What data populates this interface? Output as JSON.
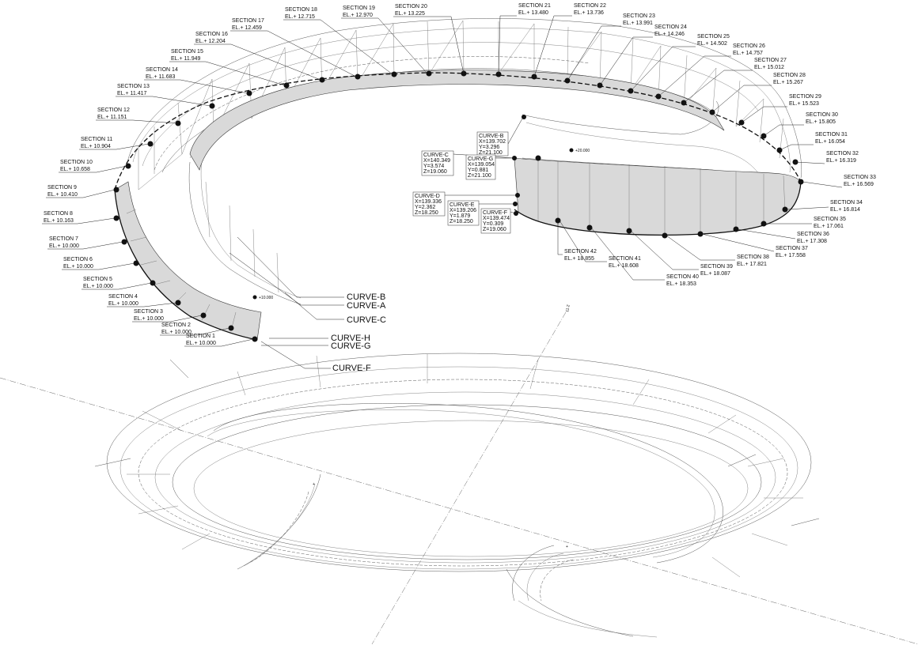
{
  "sections": [
    {
      "name": "SECTION 1",
      "el": "EL.+ 10.000"
    },
    {
      "name": "SECTION 2",
      "el": "EL.+ 10.000"
    },
    {
      "name": "SECTION 3",
      "el": "EL.+ 10.000"
    },
    {
      "name": "SECTION 4",
      "el": "EL.+ 10.000"
    },
    {
      "name": "SECTION 5",
      "el": "EL.+ 10.000"
    },
    {
      "name": "SECTION 6",
      "el": "EL.+ 10.000"
    },
    {
      "name": "SECTION 7",
      "el": "EL.+ 10.000"
    },
    {
      "name": "SECTION 8",
      "el": "EL.+ 10.163"
    },
    {
      "name": "SECTION 9",
      "el": "EL.+ 10.410"
    },
    {
      "name": "SECTION 10",
      "el": "EL.+ 10.658"
    },
    {
      "name": "SECTION 11",
      "el": "EL.+ 10.904"
    },
    {
      "name": "SECTION 12",
      "el": "EL.+ 11.151"
    },
    {
      "name": "SECTION 13",
      "el": "EL.+ 11.417"
    },
    {
      "name": "SECTION 14",
      "el": "EL.+ 11.683"
    },
    {
      "name": "SECTION 15",
      "el": "EL.+ 11.949"
    },
    {
      "name": "SECTION 16",
      "el": "EL.+ 12.204"
    },
    {
      "name": "SECTION 17",
      "el": "EL.+ 12.459"
    },
    {
      "name": "SECTION 18",
      "el": "EL.+ 12.715"
    },
    {
      "name": "SECTION 19",
      "el": "EL.+ 12.970"
    },
    {
      "name": "SECTION 20",
      "el": "EL.+ 13.225"
    },
    {
      "name": "SECTION 21",
      "el": "EL.+ 13.480"
    },
    {
      "name": "SECTION 22",
      "el": "EL.+ 13.736"
    },
    {
      "name": "SECTION 23",
      "el": "EL.+ 13.991"
    },
    {
      "name": "SECTION 24",
      "el": "EL.+ 14.246"
    },
    {
      "name": "SECTION 25",
      "el": "EL.+ 14.502"
    },
    {
      "name": "SECTION 26",
      "el": "EL.+ 14.757"
    },
    {
      "name": "SECTION 27",
      "el": "EL.+ 15.012"
    },
    {
      "name": "SECTION 28",
      "el": "EL.+ 15.267"
    },
    {
      "name": "SECTION 29",
      "el": "EL.+ 15.523"
    },
    {
      "name": "SECTION 30",
      "el": "EL.+ 15.805"
    },
    {
      "name": "SECTION 31",
      "el": "EL.+ 16.054"
    },
    {
      "name": "SECTION 32",
      "el": "EL.+ 16.319"
    },
    {
      "name": "SECTION 33",
      "el": "EL.+ 16.569"
    },
    {
      "name": "SECTION 34",
      "el": "EL.+ 16.814"
    },
    {
      "name": "SECTION 35",
      "el": "EL.+ 17.061"
    },
    {
      "name": "SECTION 36",
      "el": "EL.+ 17.308"
    },
    {
      "name": "SECTION 37",
      "el": "EL.+ 17.558"
    },
    {
      "name": "SECTION 38",
      "el": "EL.+ 17.821"
    },
    {
      "name": "SECTION 39",
      "el": "EL.+ 18.087"
    },
    {
      "name": "SECTION 40",
      "el": "EL.+ 18.353"
    },
    {
      "name": "SECTION 41",
      "el": "EL.+ 18.608"
    },
    {
      "name": "SECTION 42",
      "el": "EL.+ 18.855"
    }
  ],
  "curves": [
    "CURVE-B",
    "CURVE-A",
    "CURVE-C",
    "CURVE-H",
    "CURVE-G",
    "CURVE-F"
  ],
  "coord_boxes": [
    {
      "lines": [
        "CURVE-B",
        "X=139.702",
        "Y=3.296",
        "Z=21.100"
      ]
    },
    {
      "lines": [
        "CURVE-C",
        "X=140.349",
        "Y=3.574",
        "Z=19.060"
      ]
    },
    {
      "lines": [
        "CURVE-G",
        "X=139.054",
        "Y=0.881",
        "Z=21.100"
      ]
    },
    {
      "lines": [
        "CURVE-D",
        "X=139.336",
        "Y=2.362",
        "Z=18.250"
      ]
    },
    {
      "lines": [
        "CURVE-E",
        "X=139.206",
        "Y=1.879",
        "Z=18.250"
      ]
    },
    {
      "lines": [
        "CURVE-F",
        "X=139.474",
        "Y=0.309",
        "Z=19.060"
      ]
    }
  ],
  "small_labels": {
    "lower_level": "+10.000",
    "upper_level": "+20.000",
    "axis_tag": "11.2"
  },
  "colors": {
    "line": "#222222",
    "shade": "#d9d9d9",
    "background": "#ffffff"
  }
}
